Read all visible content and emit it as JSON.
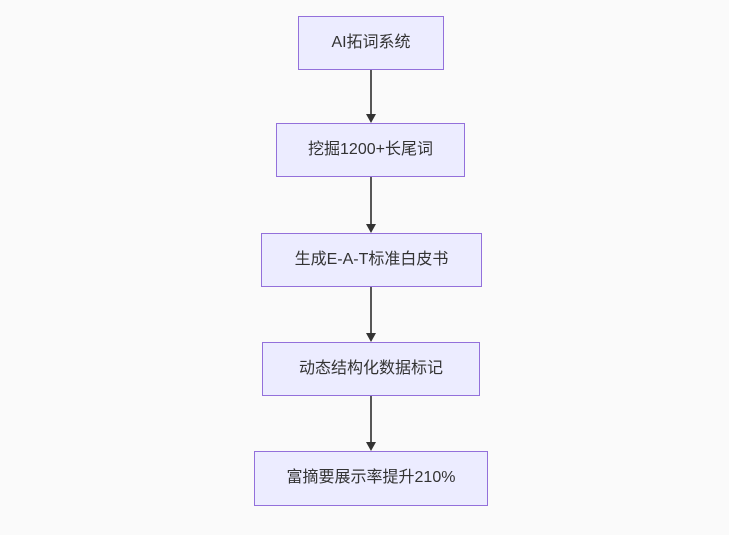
{
  "flowchart": {
    "type": "flowchart",
    "direction": "top-down",
    "nodes": [
      {
        "label": "AI拓词系统"
      },
      {
        "label": "挖掘1200+长尾词"
      },
      {
        "label": "生成E-A-T标准白皮书"
      },
      {
        "label": "动态结构化数据标记"
      },
      {
        "label": "富摘要展示率提升210%"
      }
    ],
    "edges": [
      {
        "from": 0,
        "to": 1
      },
      {
        "from": 1,
        "to": 2
      },
      {
        "from": 2,
        "to": 3
      },
      {
        "from": 3,
        "to": 4
      }
    ]
  },
  "theme": {
    "canvas_background": "#fafafa",
    "node_fill": "#ececff",
    "node_border": "#9370db",
    "node_text_color": "#333333",
    "arrow_color": "#333333"
  }
}
